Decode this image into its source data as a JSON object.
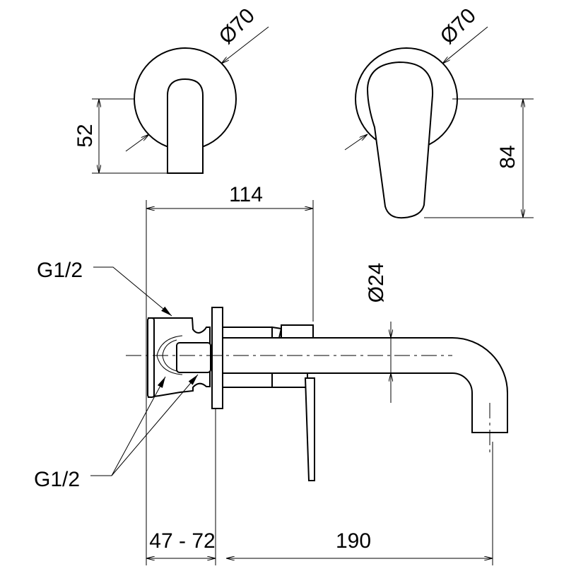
{
  "drawing": {
    "front_view_left": {
      "diameter_label": "Ø70",
      "height_label": "52"
    },
    "front_view_right": {
      "diameter_label": "Ø70",
      "height_label": "84"
    },
    "side_view": {
      "projection_label": "114",
      "spout_diameter_label": "Ø24",
      "inlet_top_label": "G1/2",
      "inlet_bottom_label": "G1/2",
      "wall_depth_label": "47 - 72",
      "spout_reach_label": "190"
    }
  }
}
